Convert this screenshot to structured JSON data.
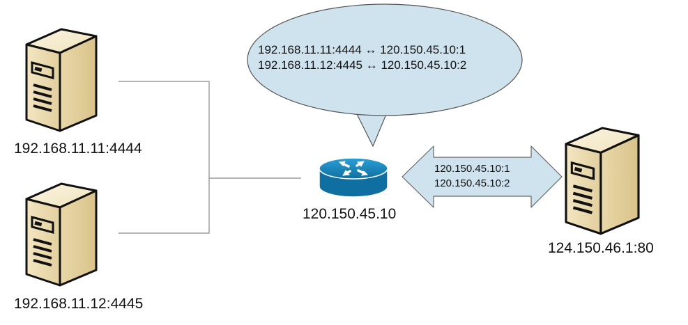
{
  "hosts": {
    "client1": {
      "label": "192.168.11.11:4444",
      "icon": "server-tower-icon"
    },
    "client2": {
      "label": "192.168.11.12:4445",
      "icon": "server-tower-icon"
    },
    "server": {
      "label": "124.150.46.1:80",
      "icon": "server-tower-icon"
    }
  },
  "router": {
    "label": "120.150.45.10",
    "icon": "router-icon"
  },
  "nat_table": {
    "rows": [
      "192.168.11.11:4444 ↔ 120.150.45.10:1",
      "192.168.11.12:4445 ↔ 120.150.45.10:2"
    ]
  },
  "link": {
    "rows": [
      "120.150.45.10:1",
      "120.150.45.10:2"
    ]
  },
  "colors": {
    "bubble_fill": "#cfe3ef",
    "arrow_fill": "#cfe3ef",
    "router_blue": "#1a8fc7",
    "server_fill": "#f5e9c8",
    "outline": "#111111",
    "wire": "#888888"
  }
}
